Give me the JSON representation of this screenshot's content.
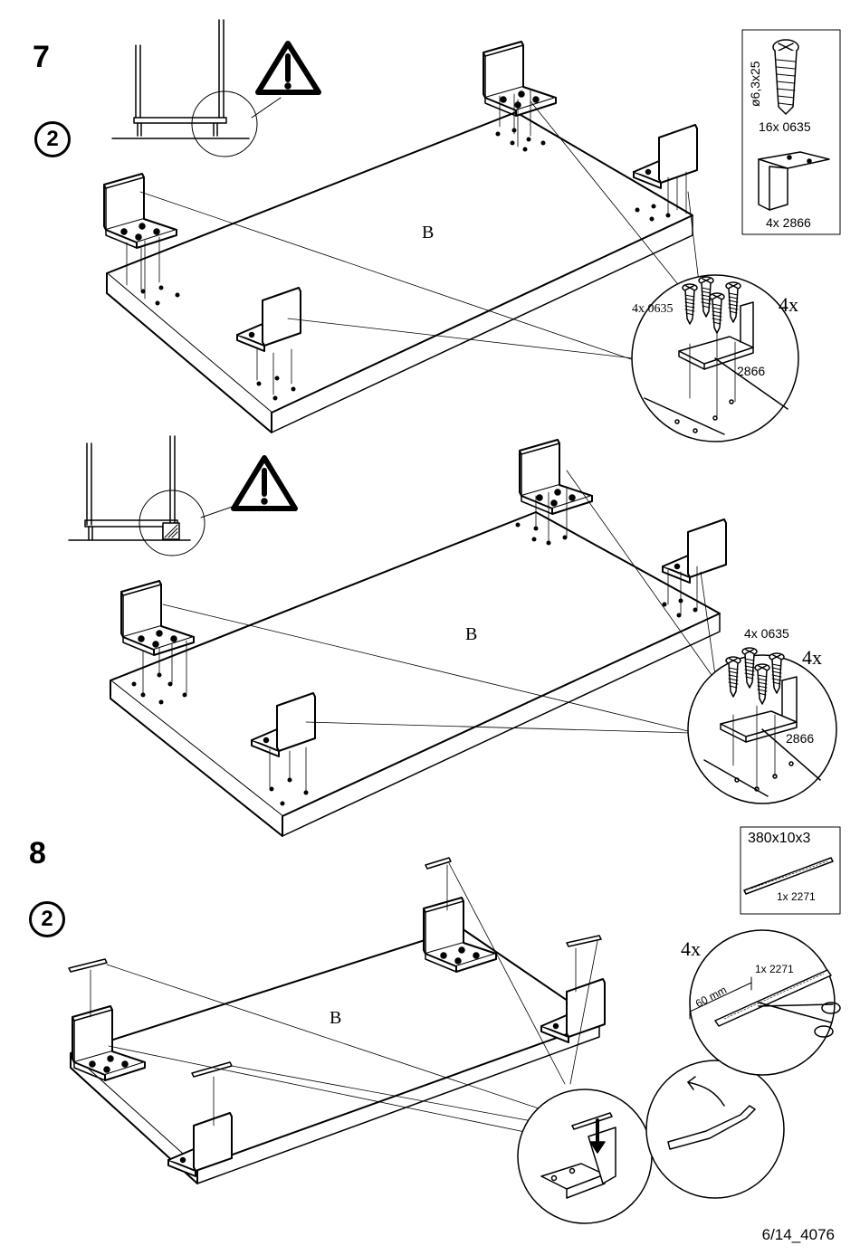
{
  "steps": [
    {
      "number": "7",
      "persons": "2",
      "panel_label": "B"
    },
    {
      "number": "8",
      "persons": "2",
      "panel_label": "B"
    }
  ],
  "parts": {
    "screw_spec": "ø6,3x25",
    "screw_qty": "16x 0635",
    "bracket_qty": "4x 2866",
    "strip_dim": "380x10x3",
    "strip_qty": "1x 2271"
  },
  "details": {
    "top": {
      "screws": "4x 0635",
      "bracket": "2866",
      "times": "4x"
    },
    "middle": {
      "screws": "4x 0635",
      "bracket": "2866",
      "times": "4x"
    },
    "bottom": {
      "times": "4x",
      "strip": "1x 2271",
      "cut_length": "60 mm"
    }
  },
  "warning_icon": "warning-triangle-icon",
  "footer": "6/14_4076"
}
